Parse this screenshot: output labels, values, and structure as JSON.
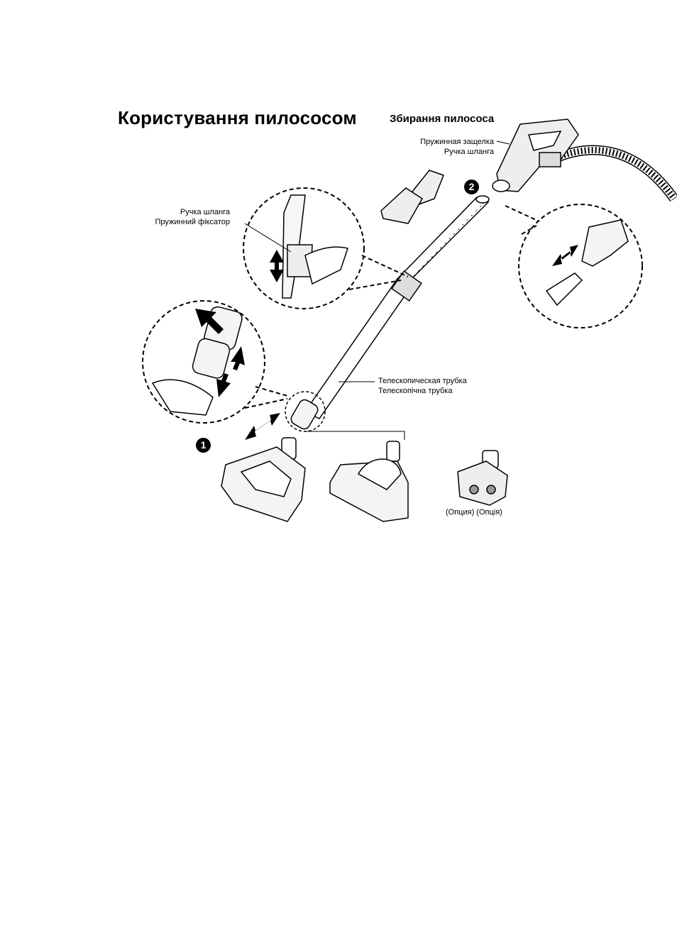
{
  "header": {
    "title": "Користування пилососом",
    "subtitle": "Збирання пилососа"
  },
  "labels": {
    "hose_handle_latch_ru": "Пружинная защелка",
    "hose_handle_ru": "Ручка шланга",
    "hose_handle_uk": "Ручка шланга",
    "spring_lock_uk": "Пружинний фіксатор",
    "telescopic_tube_ru": "Телескопическая трубка",
    "telescopic_tube_uk": "Телескопічна трубка",
    "option": "(Опция) (Опція)"
  },
  "steps": [
    "1",
    "2"
  ]
}
